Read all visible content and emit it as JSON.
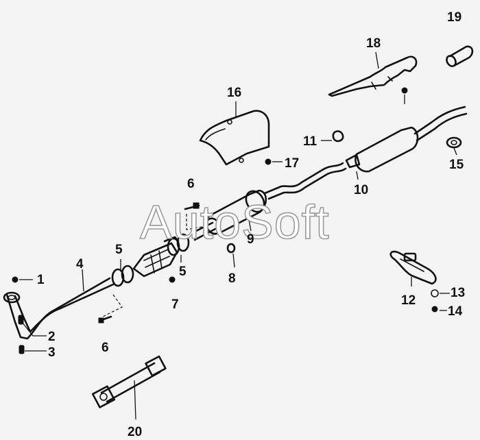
{
  "watermark": "AutoSoft",
  "callouts": [
    "1",
    "2",
    "3",
    "4",
    "5",
    "5",
    "6",
    "6",
    "7",
    "8",
    "9",
    "10",
    "11",
    "12",
    "13",
    "14",
    "15",
    "16",
    "17",
    "18",
    "19",
    "20"
  ]
}
